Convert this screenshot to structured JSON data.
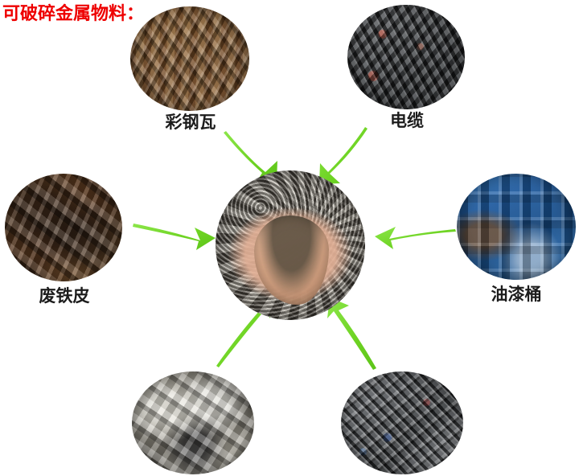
{
  "title": "可破碎金属物料：",
  "colors": {
    "title_red": "#ee0000",
    "arrow_green": "#6fd424",
    "arrow_green_light": "#8ce64a",
    "caption_black": "#1c1c1c",
    "background": "#ffffff"
  },
  "center": {
    "name": "shredded-metal-output",
    "caption": ""
  },
  "nodes": [
    {
      "id": "colored-steel-tile",
      "caption": "彩钢瓦",
      "image_alt": "rusty colored steel roofing tiles and sheet scrap pile"
    },
    {
      "id": "cable",
      "caption": "电缆",
      "image_alt": "pile of thick grey and black electrical cables"
    },
    {
      "id": "scrap-iron-sheet",
      "caption": "废铁皮",
      "image_alt": "rusty cut steel plate offcut scrap"
    },
    {
      "id": "paint-drum",
      "caption": "油漆桶",
      "image_alt": "stacked blue steel paint drums"
    },
    {
      "id": "scrap-appliance",
      "caption": "",
      "image_alt": "pile of scrap home appliances and electronics"
    },
    {
      "id": "scrap-bicycle",
      "caption": "",
      "image_alt": "pile of scrap bicycle frames and tubing"
    }
  ],
  "arrows": [
    {
      "id": "arrow-from-colored-steel-tile",
      "direction": "down-right"
    },
    {
      "id": "arrow-from-cable",
      "direction": "down-left"
    },
    {
      "id": "arrow-from-scrap-iron-sheet",
      "direction": "right"
    },
    {
      "id": "arrow-from-paint-drum",
      "direction": "left"
    },
    {
      "id": "arrow-from-scrap-appliance",
      "direction": "up-right"
    },
    {
      "id": "arrow-from-scrap-bicycle",
      "direction": "up-left"
    }
  ]
}
